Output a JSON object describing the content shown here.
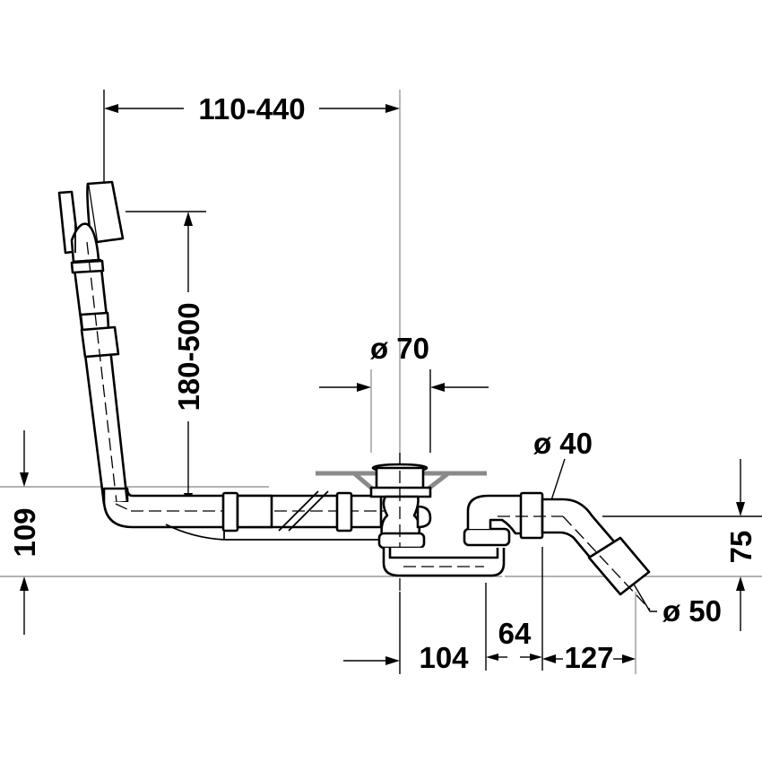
{
  "drawing": {
    "title": "Bath waste and overflow set - dimension drawing",
    "colors": {
      "line": "#000000",
      "extension_line": "#9a9a9a",
      "plate": "#8a8a8a",
      "background": "#ffffff"
    }
  },
  "dimensions": {
    "overflow_horizontal": {
      "label": "110-440",
      "orientation": "horizontal"
    },
    "overflow_vertical": {
      "label": "180-500",
      "orientation": "vertical"
    },
    "drain_diameter": {
      "label": "ø 70",
      "orientation": "horizontal"
    },
    "outlet_diameter_40": {
      "label": "ø 40",
      "orientation": "leader"
    },
    "outlet_diameter_50": {
      "label": "ø 50",
      "orientation": "leader"
    },
    "trap_height_left": {
      "label": "109",
      "orientation": "vertical"
    },
    "outlet_height_right": {
      "label": "75",
      "orientation": "vertical"
    },
    "bottom_104": {
      "label": "104",
      "orientation": "horizontal"
    },
    "bottom_64": {
      "label": "64",
      "orientation": "horizontal"
    },
    "bottom_127": {
      "label": "127",
      "orientation": "horizontal"
    }
  }
}
